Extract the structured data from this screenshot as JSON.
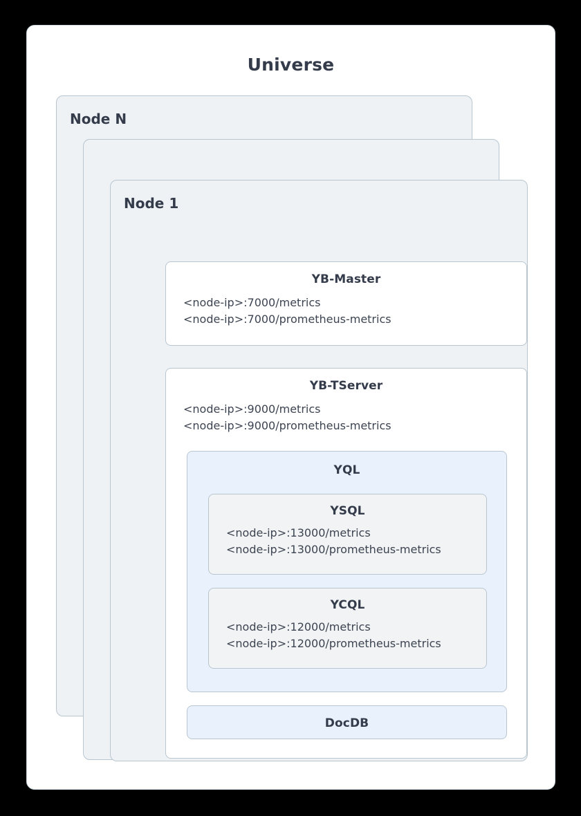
{
  "diagram": {
    "title": "Universe",
    "node_n": {
      "label": "Node N"
    },
    "node_mid": {
      "label": "..."
    },
    "node_1": {
      "label": "Node 1"
    },
    "components": {
      "yb_master": {
        "title": "YB-Master",
        "endpoint_metrics": "<node-ip>:7000/metrics",
        "endpoint_prometheus": "<node-ip>:7000/prometheus-metrics"
      },
      "yb_tserver": {
        "title": "YB-TServer",
        "endpoint_metrics": "<node-ip>:9000/metrics",
        "endpoint_prometheus": "<node-ip>:9000/prometheus-metrics"
      },
      "yql": {
        "title": "YQL"
      },
      "ysql": {
        "title": "YSQL",
        "endpoint_metrics": "<node-ip>:13000/metrics",
        "endpoint_prometheus": "<node-ip>:13000/prometheus-metrics"
      },
      "ycql": {
        "title": "YCQL",
        "endpoint_metrics": "<node-ip>:12000/metrics",
        "endpoint_prometheus": "<node-ip>:12000/prometheus-metrics"
      },
      "docdb": {
        "title": "DocDB"
      }
    },
    "colors": {
      "canvas": "#000000",
      "card_background": "#ffffff",
      "node_background": "#eef2f5",
      "border": "#b9c6d0",
      "blue_panel": "#e9f1fd",
      "gray_panel": "#f2f3f4",
      "heading_text": "#343b4a",
      "body_text": "#3c4451"
    }
  }
}
